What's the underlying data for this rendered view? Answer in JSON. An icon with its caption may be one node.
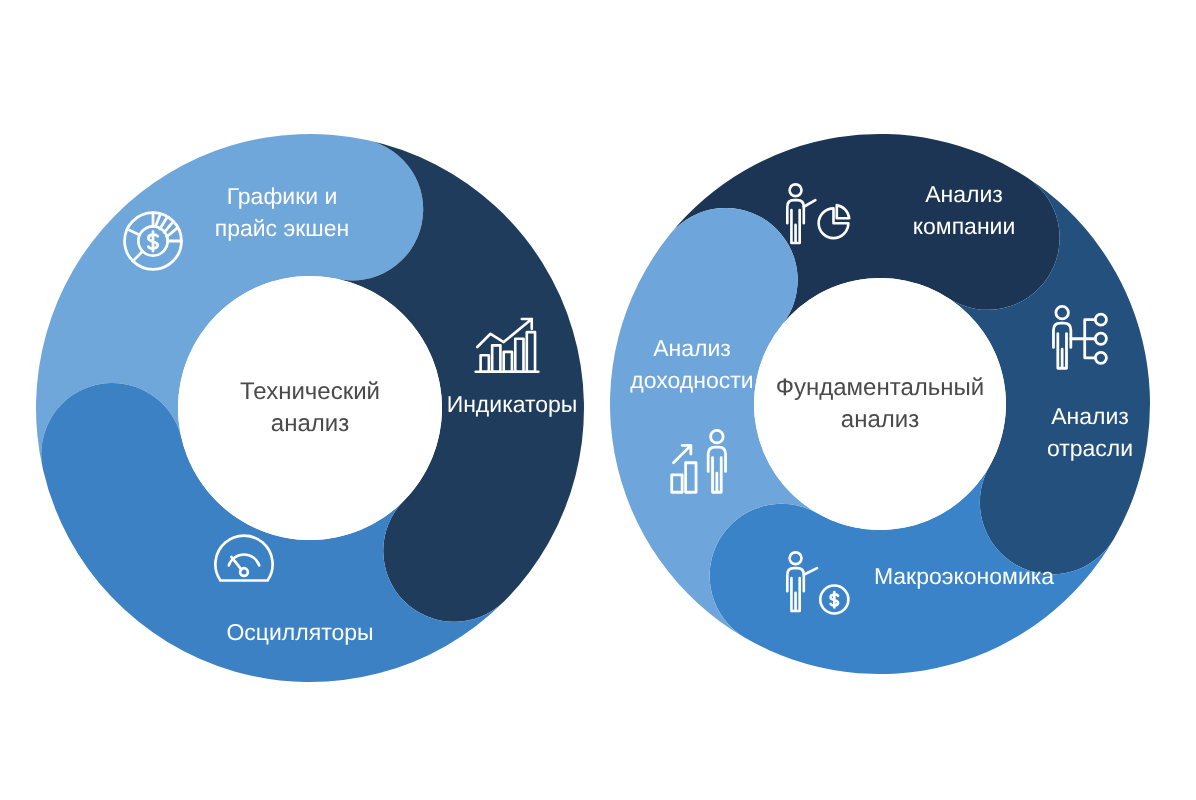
{
  "diagram": {
    "nodes": [
      {
        "text": [
          "Технический анализ"
        ]
      },
      {
        "text": [
          "Графики и прайс экшен"
        ]
      },
      {
        "text": [
          "Индикаторы"
        ]
      },
      {
        "text": [
          "Осцилляторы"
        ]
      },
      {
        "text": [
          "Фундаментальный анализ"
        ]
      },
      {
        "text": [
          "Анализ компании"
        ]
      },
      {
        "text": [
          "Анализ отрасли"
        ]
      },
      {
        "text": [
          "Макроэкономика"
        ]
      },
      {
        "text": [
          "Анализ доходности"
        ]
      }
    ]
  }
}
